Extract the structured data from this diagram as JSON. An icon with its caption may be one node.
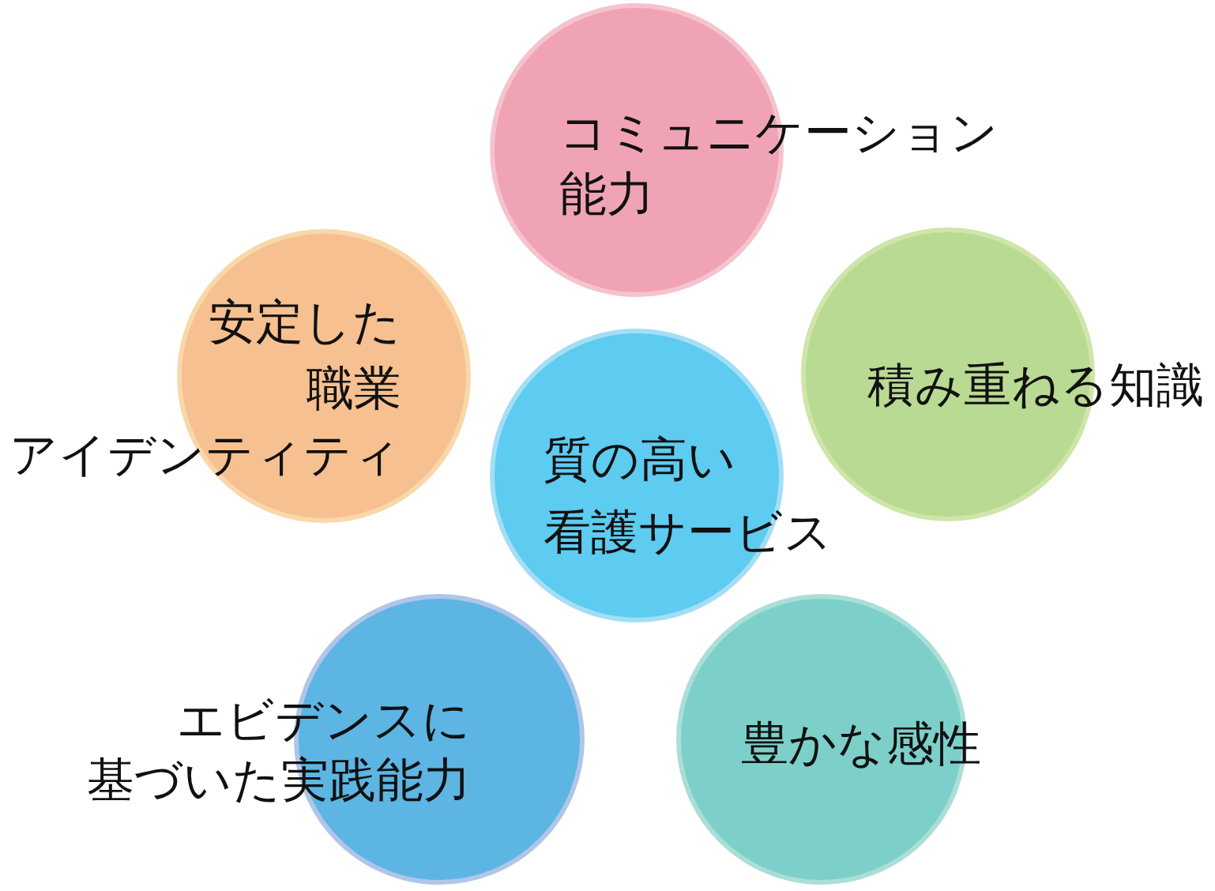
{
  "diagram": {
    "nodes": [
      {
        "text": [
          "コミュニケーション能力"
        ]
      },
      {
        "text": [
          "安定した職業アイデンティティ"
        ]
      },
      {
        "text": [
          "積み重ねる知識"
        ]
      },
      {
        "text": [
          "質の高い看護サービス"
        ]
      },
      {
        "text": [
          "エビデンスに基づいた実践能力"
        ]
      },
      {
        "text": [
          "豊かな感性"
        ]
      }
    ]
  }
}
